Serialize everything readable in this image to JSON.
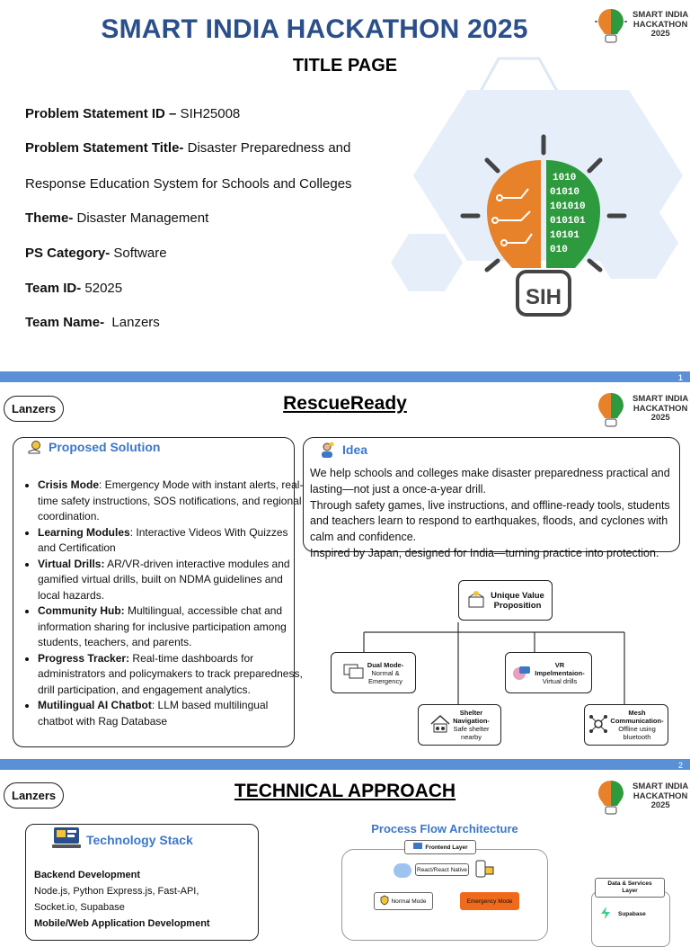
{
  "slide1": {
    "title": "SMART INDIA HACKATHON 2025",
    "subtitle": "TITLE PAGE",
    "logo": {
      "line1": "SMART INDIA",
      "line2": "HACKATHON",
      "line3": "2025"
    },
    "brain_logo_text": "SIH",
    "brain_binary": [
      "1010",
      "01010",
      "101010",
      "010101",
      "10101",
      "010"
    ],
    "fields": {
      "ps_id_label": "Problem Statement ID –",
      "ps_id_value": " SIH25008",
      "ps_title_label": "Problem Statement Title-",
      "ps_title_value": " Disaster Preparedness and",
      "ps_title_value2": "Response Education System for Schools and Colleges",
      "theme_label": "Theme-",
      "theme_value": " Disaster Management",
      "category_label": "PS Category-",
      "category_value": " Software",
      "team_id_label": "Team ID-",
      "team_id_value": " 52025",
      "team_name_label": "Team Name-",
      "team_name_value": "  Lanzers"
    }
  },
  "slide2": {
    "page_number": "1",
    "team": "Lanzers",
    "heading": "RescueReady",
    "solution_title": "Proposed Solution",
    "solution_items": [
      {
        "bold": "Crisis Mode",
        "text": ": Emergency Mode with instant alerts, real-time safety instructions, SOS notifications, and regional coordination."
      },
      {
        "bold": "Learning Modules",
        "text": ": Interactive Videos With Quizzes and Certification"
      },
      {
        "bold": "Virtual Drills:",
        "text": " AR/VR-driven interactive modules and gamified virtual drills, built on NDMA guidelines and local hazards."
      },
      {
        "bold": "Community Hub:",
        "text": " Multilingual, accessible chat and information sharing for inclusive participation among students, teachers, and parents."
      },
      {
        "bold": "Progress Tracker:",
        "text": " Real-time dashboards for administrators and policymakers to track preparedness, drill participation, and engagement analytics."
      },
      {
        "bold": "Mutilingual AI Chatbot",
        "text": ": LLM based multilingual chatbot with Rag Database"
      }
    ],
    "idea_title": "Idea",
    "idea_lines": [
      "We help schools and colleges make disaster preparedness practical and lasting—not just a once-a-year drill.",
      "Through safety games, live instructions, and offline-ready tools, students and teachers learn to respond to earthquakes, floods, and cyclones with calm and confidence.",
      "Inspired by Japan, designed for India—turning practice into protection."
    ],
    "uvp": {
      "line1": "Unique Value",
      "line2": "Proposition"
    },
    "features": {
      "dual": {
        "title": "Dual Mode-",
        "text1": "Normal &",
        "text2": "Emergency"
      },
      "shelter": {
        "title": "Shelter",
        "title2": "Navigation-",
        "text1": "Safe shelter",
        "text2": "nearby"
      },
      "vr": {
        "title": "VR",
        "title2": "Impelmentaion-",
        "text1": "Virtual drills"
      },
      "mesh": {
        "title": "Mesh",
        "title2": "Communication-",
        "text1": "Offline using",
        "text2": "bluetooth"
      }
    }
  },
  "slide3": {
    "page_number": "2",
    "team": "Lanzers",
    "heading": "TECHNICAL APPROACH",
    "tech_title": "Technology Stack",
    "backend_title": "Backend Development",
    "backend_line1": "Node.js, Python  Express.js, Fast-API,",
    "backend_line2": "Socket.io, Supabase",
    "backend_line3": "Mobile/Web Application Development",
    "process_title": "Process Flow Architecture",
    "frontend_layer": "Frontend Layer",
    "react_native": "React/React Native",
    "normal_mode": "Normal Mode",
    "emergency_mode": "Emergency Mode",
    "data_layer_1": "Data & Services",
    "data_layer_2": "Layer",
    "supabase": "Supabase"
  },
  "colors": {
    "title_blue": "#2a4f8a",
    "accent_blue": "#3c77c8",
    "bar_blue": "#5b8fd6",
    "brain_orange": "#e8822a",
    "brain_green": "#2e9a3e"
  }
}
